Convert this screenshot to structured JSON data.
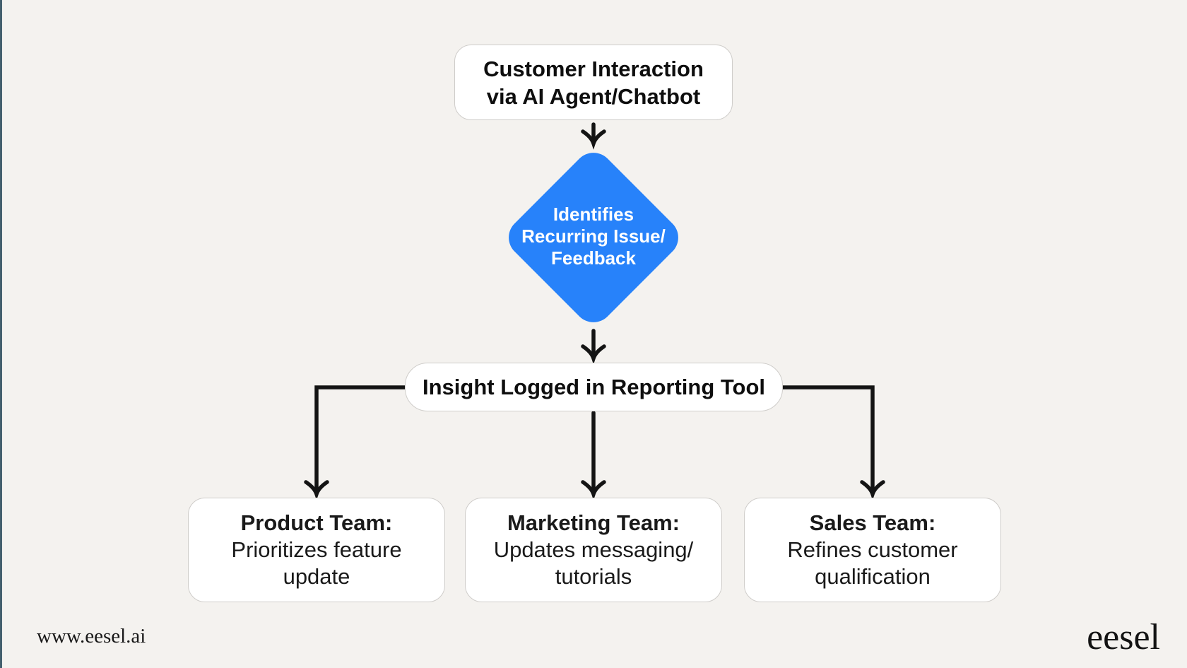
{
  "page": {
    "background_color": "#f4f2ef",
    "left_edge_accent_color": "#44606e",
    "arrow_color": "#141414",
    "node_fill_color": "#ffffff",
    "node_border_color": "#cfcdca",
    "diamond_fill_color": "#2782fa",
    "diamond_text_color": "#ffffff"
  },
  "flowchart": {
    "top_box": {
      "lines": [
        "Customer Interaction",
        "via AI Agent/Chatbot"
      ]
    },
    "diamond": {
      "lines": [
        "Identifies",
        "Recurring Issue/",
        "Feedback"
      ]
    },
    "insight_box": {
      "label": "Insight Logged in Reporting Tool"
    },
    "branches": [
      {
        "title": "Product Team:",
        "lines": [
          "Prioritizes feature",
          "update"
        ]
      },
      {
        "title": "Marketing Team:",
        "lines": [
          "Updates messaging/",
          "tutorials"
        ]
      },
      {
        "title": "Sales Team:",
        "lines": [
          "Refines customer",
          "qualification"
        ]
      }
    ]
  },
  "footer": {
    "website": "www.eesel.ai",
    "logo": "eesel"
  }
}
